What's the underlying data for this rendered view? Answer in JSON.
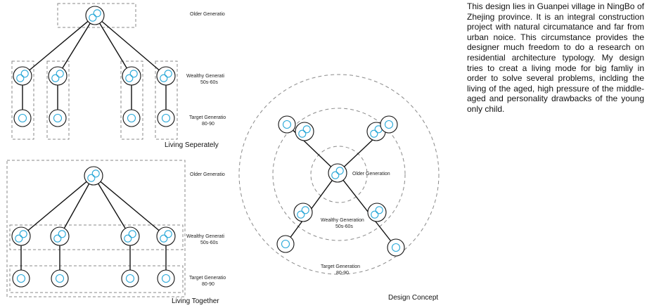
{
  "living_seperately": {
    "caption": "Living Seperately",
    "older_label": "Older Generatio",
    "wealthy_label": "Wealthy Generati",
    "wealthy_years": "50s-60s",
    "target_label": "Target Generatio",
    "target_years": "80-90"
  },
  "living_together": {
    "caption": "Living Together",
    "older_label": "Older Generatio",
    "wealthy_label": "Wealthy Generati",
    "wealthy_years": "50s-60s",
    "target_label": "Target Generatio",
    "target_years": "80-90"
  },
  "design_concept": {
    "caption": "Design Concept",
    "older_label": "Older Generation",
    "wealthy_label": "Wealthy Generation",
    "wealthy_years": "50s-60s",
    "target_label": "Target Generation",
    "target_years": "80-90"
  },
  "description": "This design lies in Guanpei village in NingBo of Zhejing province. It is an integral construction  project with natural circumatance and  far from urban noice. This circumstance provides the designer much freedom to do a research on residential architecture typology. My  design tries to creat a living mode for big famliy in order to solve several  problems, inclding  the living of the aged, high pressure of the middle-aged and personality drawbacks of the young only child.",
  "colors": {
    "ring": "#27a7d8",
    "line": "#111111",
    "dash": "#8a8a8a"
  }
}
